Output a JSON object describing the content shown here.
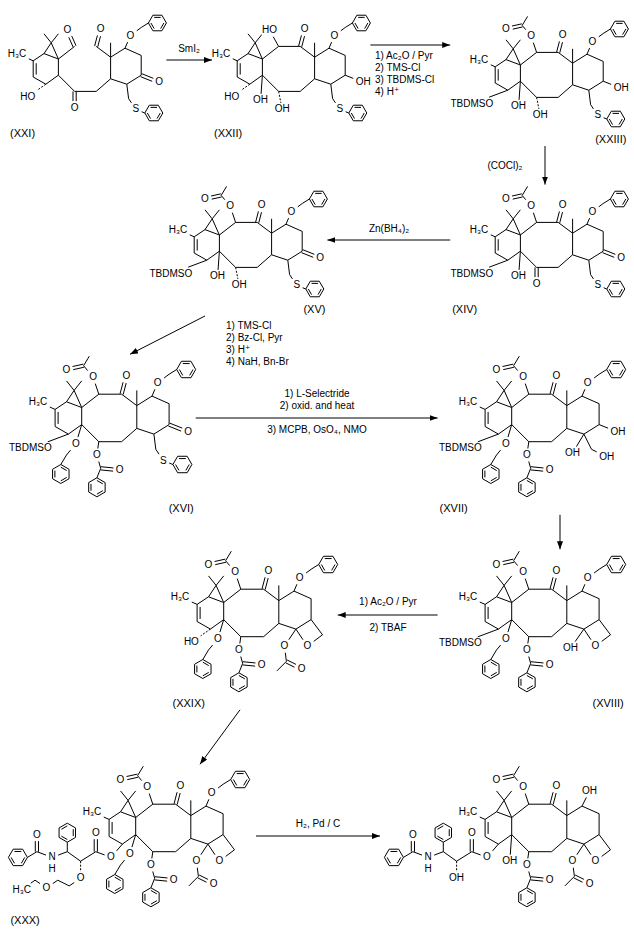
{
  "diagram": {
    "nodes": [
      {
        "text": [
          "(XXI)"
        ]
      },
      {
        "text": [
          "(XXII)"
        ]
      },
      {
        "text": [
          "(XXIII)"
        ]
      },
      {
        "text": [
          "(XIV)"
        ]
      },
      {
        "text": [
          "(XV)"
        ]
      },
      {
        "text": [
          "(XVI)"
        ]
      },
      {
        "text": [
          "(XVII)"
        ]
      },
      {
        "text": [
          "(XVIII)"
        ]
      },
      {
        "text": [
          "(XXIX)"
        ]
      },
      {
        "text": [
          "(XXX)"
        ]
      }
    ],
    "edges": [
      {
        "from": 0,
        "to": 1,
        "arrow": "to",
        "label": "SmI₂"
      },
      {
        "from": 1,
        "to": 2,
        "arrow": "to"
      },
      {
        "from": 2,
        "to": 3,
        "arrow": "to",
        "label": "(COCl)₂"
      },
      {
        "from": 3,
        "to": 4,
        "arrow": "to",
        "label": "Zn(BH₄)₂"
      },
      {
        "from": 4,
        "to": 5,
        "arrow": "to"
      },
      {
        "from": 5,
        "to": 6,
        "arrow": "to"
      },
      {
        "from": 6,
        "to": 7,
        "arrow": "to"
      },
      {
        "from": 7,
        "to": 8,
        "arrow": "to"
      },
      {
        "from": 8,
        "to": 9,
        "arrow": "to"
      }
    ],
    "labels": [
      "H₃C",
      "O",
      "O",
      "O",
      "O",
      "O",
      "HO",
      "S",
      "H₃C",
      "HO",
      "O",
      "O",
      "HO",
      "OH",
      "OH",
      "OH",
      "S",
      "1) Ac₂O / Pyr",
      "2) TMS-Cl",
      "3) TBDMS-Cl",
      "4) H⁺",
      "H₃C",
      "O",
      "O",
      "O",
      "O",
      "TBDMSO",
      "OH",
      "OH",
      "OH",
      "S",
      "H₃C",
      "O",
      "O",
      "O",
      "O",
      "TBDMSO",
      "OH",
      "O",
      "O",
      "S",
      "H₃C",
      "O",
      "O",
      "O",
      "O",
      "TBDMSO",
      "OH",
      "OH",
      "O",
      "S",
      "1) TMS-Cl",
      "2) Bz-Cl, Pyr",
      "3) H⁺",
      "4) NaH, Bn-Br",
      "H₃C",
      "O",
      "O",
      "O",
      "O",
      "TBDMSO",
      "O",
      "O",
      "O",
      "O",
      "S",
      "1) L-Selectride",
      "2) oxid. and heat",
      "3) MCPB, OsO₄, NMO",
      "H₃C",
      "O",
      "O",
      "O",
      "O",
      "TBDMSO",
      "O",
      "O",
      "O",
      "OH",
      "OH",
      "OH",
      "H₃C",
      "O",
      "O",
      "O",
      "O",
      "TBDMSO",
      "O",
      "O",
      "O",
      "O",
      "OH",
      "1) Ac₂O / Pyr",
      "2) TBAF",
      "H₃C",
      "O",
      "O",
      "O",
      "O",
      "HO",
      "O",
      "O",
      "O",
      "O",
      "O",
      "O",
      "H₃C",
      "O",
      "O",
      "O",
      "O",
      "O",
      "O",
      "O",
      "O",
      "H₃C",
      "N",
      "H",
      "O",
      "O",
      "O",
      "O",
      "O",
      "O",
      "O",
      "H₂, Pd / C",
      "H₃C",
      "O",
      "O",
      "O",
      "OH",
      "O",
      "O",
      "OH",
      "N",
      "H",
      "O",
      "OH",
      "O",
      "O",
      "O",
      "O",
      "O"
    ]
  }
}
